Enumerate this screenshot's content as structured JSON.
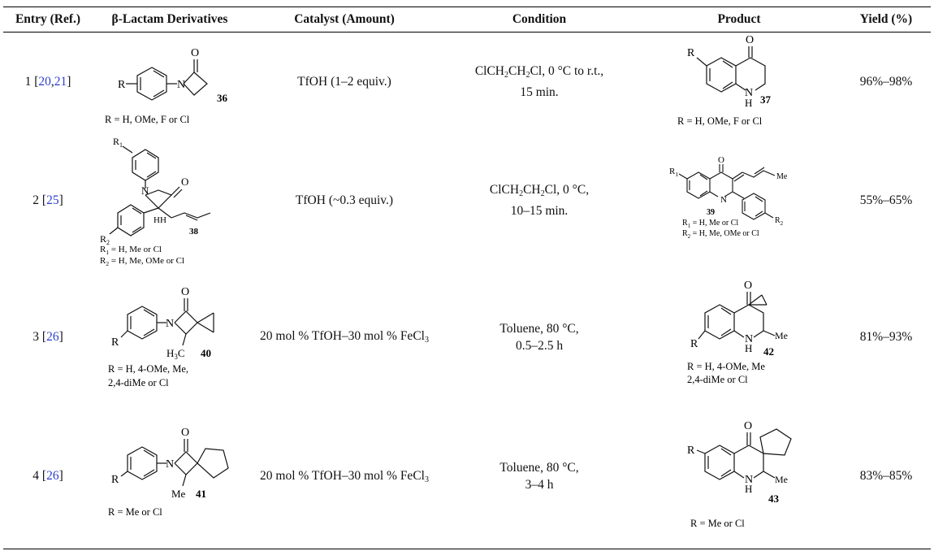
{
  "table": {
    "headers": [
      "Entry (Ref.)",
      "β-Lactam Derivatives",
      "Catalyst (Amount)",
      "Condition",
      "Product",
      "Yield (%)"
    ],
    "rows": [
      {
        "entry_num": "1",
        "refs": [
          "20",
          "21"
        ],
        "reactant": {
          "label": "36",
          "substituent": "R",
          "note": "R = H, OMe, F or Cl"
        },
        "catalyst": "TfOH (1–2 equiv.)",
        "condition": {
          "solvent_pre": "ClCH",
          "solvent_mid": "CH",
          "solvent_post": "Cl, 0 °C to r.t.,",
          "sub": "2",
          "line2": "15 min."
        },
        "product": {
          "label": "37",
          "substituent": "R",
          "nh": "N",
          "h": "H",
          "o": "O",
          "note": "R = H, OMe, F or Cl"
        },
        "yield": "96%–98%"
      },
      {
        "entry_num": "2",
        "refs": [
          "25"
        ],
        "reactant": {
          "label": "38",
          "r1": "R",
          "r2": "R",
          "sub1": "1",
          "sub2": "2",
          "hh": "HH",
          "o": "O",
          "n": "N",
          "note1_pre": "R",
          "note1_sub": "1",
          "note1_post": " = H, Me or Cl",
          "note2_pre": "R",
          "note2_sub": "2",
          "note2_post": " = H, Me, OMe or Cl"
        },
        "catalyst": "TfOH (~0.3 equiv.)",
        "condition": {
          "solvent_pre": "ClCH",
          "solvent_mid": "CH",
          "solvent_post": "Cl, 0 °C,",
          "sub": "2",
          "line2": "10–15 min."
        },
        "product": {
          "label": "39",
          "r1": "R",
          "sub1": "1",
          "r2": "R",
          "sub2": "2",
          "me": "Me",
          "o": "O",
          "n": "N",
          "note1_pre": "R",
          "note1_sub": "1",
          "note1_post": " = H, Me or Cl",
          "note2_pre": "R",
          "note2_sub": "2",
          "note2_post": " = H, Me, OMe or Cl"
        },
        "yield": "55%–65%"
      },
      {
        "entry_num": "3",
        "refs": [
          "26"
        ],
        "reactant": {
          "label": "40",
          "substituent": "R",
          "n": "N",
          "o": "O",
          "h3c_pre": "H",
          "h3c_sub": "3",
          "h3c_post": "C",
          "note1": "R = H, 4-OMe, Me,",
          "note2": "2,4-diMe or Cl"
        },
        "catalyst_pre": "20 mol % TfOH–30 mol % FeCl",
        "catalyst_sub": "3",
        "condition": {
          "line1": "Toluene, 80 °C,",
          "line2": "0.5–2.5 h"
        },
        "product": {
          "label": "42",
          "substituent": "R",
          "n": "N",
          "h": "H",
          "o": "O",
          "me": "Me",
          "note1": "R = H, 4-OMe, Me",
          "note2": "2,4-diMe or Cl"
        },
        "yield": "81%–93%"
      },
      {
        "entry_num": "4",
        "refs": [
          "26"
        ],
        "reactant": {
          "label": "41",
          "substituent": "R",
          "n": "N",
          "o": "O",
          "me": "Me",
          "note": "R = Me or Cl"
        },
        "catalyst_pre": "20 mol % TfOH–30 mol % FeCl",
        "catalyst_sub": "3",
        "condition": {
          "line1": "Toluene, 80 °C,",
          "line2": "3–4 h"
        },
        "product": {
          "label": "43",
          "substituent": "R",
          "n": "N",
          "h": "H",
          "o": "O",
          "me": "Me",
          "note": "R = Me or Cl"
        },
        "yield": "83%–85%"
      }
    ]
  },
  "colors": {
    "ref_link": "#2a3fd0",
    "text": "#111111",
    "rule": "#000000"
  }
}
